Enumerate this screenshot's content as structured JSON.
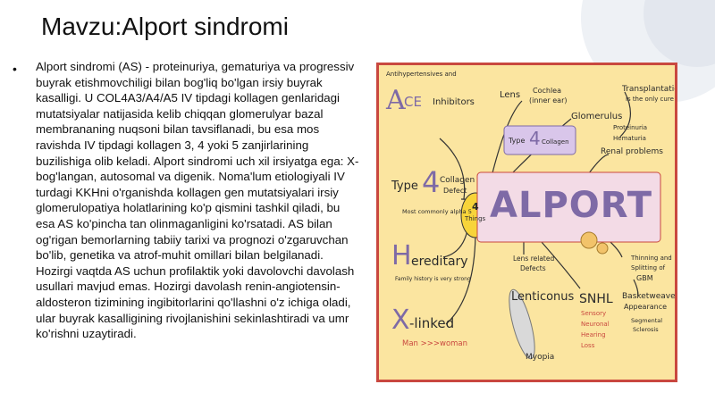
{
  "slide": {
    "title": "Mavzu:Alport sindromi",
    "bullet": "•",
    "body": "Alport sindromi (AS) - proteinuriya, gematuriya va progressiv buyrak etishmovchiligi bilan bog'liq bo'lgan irsiy buyrak kasalligi. U COL4A3/A4/A5 IV tipdagi kollagen genlaridagi mutatsiyalar natijasida kelib chiqqan glomerulyar bazal membrananing nuqsoni bilan tavsiflanadi, bu esa mos ravishda IV tipdagi kollagen 3, 4 yoki 5 zanjirlarining buzilishiga olib keladi. Alport sindromi uch xil irsiyatga ega: X-bog'langan, autosomal va digenik. Noma'lum etiologiyali IV turdagi KKHni o'rganishda kollagen gen mutatsiyalari irsiy glomerulopatiya holatlarining ko'p qismini tashkil qiladi, bu esa AS ko'pincha tan olinmaganligini ko'rsatadi. AS bilan og'rigan bemorlarning tabiiy tarixi va prognozi o'zgaruvchan bo'lib, genetika va atrof-muhit omillari bilan belgilanadi. Hozirgi vaqtda AS uchun profilaktik yoki davolovchi davolash usullari mavjud emas. Hozirgi davolash renin-angiotensin-aldosteron tizimining ingibitorlarini qo'llashni o'z ichiga oladi, ular buyrak kasalligining rivojlanishini sekinlashtiradi va umr ko'rishni uzaytiradi."
  },
  "infographic": {
    "antihyp": "Antihypertensives and",
    "ace_a": "A",
    "ace_ce": "CE",
    "ace_inh": "Inhibitors",
    "lens": "Lens",
    "cochlea": "Cochlea",
    "inner_ear": "(inner ear)",
    "type4_box_a": "Type",
    "type4_box_n": "4",
    "type4_box_b": "Collagen",
    "glomerulus": "Glomerulus",
    "proteinuria": "Proteinuria",
    "hematuria": "Hematuria",
    "renal": "Renal problems",
    "transplant": "Transplantation",
    "only_cure": "is the only cure",
    "type4_a": "Type",
    "type4_n": "4",
    "collagen": "Collagen",
    "defect": "Defect",
    "most_common": "Most commonly alpha 5",
    "things_n": "4",
    "things": "Things",
    "alport": "ALPORT",
    "lens_related": "Lens related",
    "defects": "Defects",
    "hered_h": "H",
    "hered_rest": "ereditary",
    "family": "Family history is very strong",
    "thinning": "Thinning and",
    "splitting": "Splitting of",
    "gbm": "GBM",
    "lenticonus": "Lenticonus",
    "snhl": "SNHL",
    "basketweave": "Basketweave",
    "appearance": "Appearance",
    "sensory": "Sensory",
    "neuronal": "Neuronal",
    "hearing": "Hearing",
    "loss": "Loss",
    "segmental": "Segmental",
    "sclerosis": "Sclerosis",
    "xl_x": "X",
    "xl_rest": "-linked",
    "man_woman": "Man >>>woman",
    "myopia": "Myopia"
  },
  "colors": {
    "accent_red": "#c9483f",
    "ig_bg": "#fbe5a0",
    "things_yellow": "#f7d43a",
    "letter_purple": "#7e6aa6",
    "box_lilac": "#d9c6ea"
  }
}
